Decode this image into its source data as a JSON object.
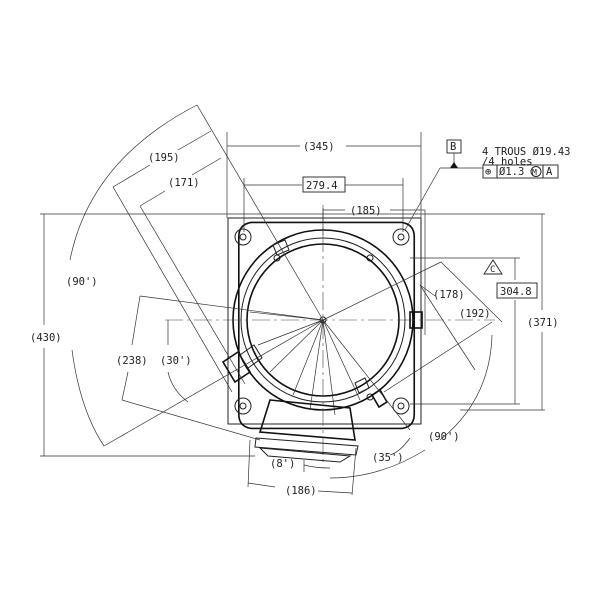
{
  "drawing": {
    "dimensions": {
      "width_overall": "(345)",
      "bolt_spacing": "279.4",
      "center_offset": "(185)",
      "height_overall": "(430)",
      "height_371": "(371)",
      "bolt_spacing_vertical": "304.8",
      "arm_195": "(195)",
      "arm_171": "(171)",
      "arm_192": "(192)",
      "arm_178": "(178)",
      "dim_238": "(238)",
      "angle_90_left": "(90')",
      "angle_30": "(30')",
      "angle_90_right": "(90')",
      "angle_8": "(8')",
      "angle_35": "(35')",
      "dim_186": "(186)"
    },
    "datum_b": "B",
    "datum_c": "C",
    "hole_note_line1": "4 TROUS Ø19.43",
    "hole_note_line2": "/4 holes",
    "fcf": {
      "symbol": "⊕",
      "tolerance": "Ø1.3",
      "modifier": "M",
      "datum": "A"
    }
  }
}
